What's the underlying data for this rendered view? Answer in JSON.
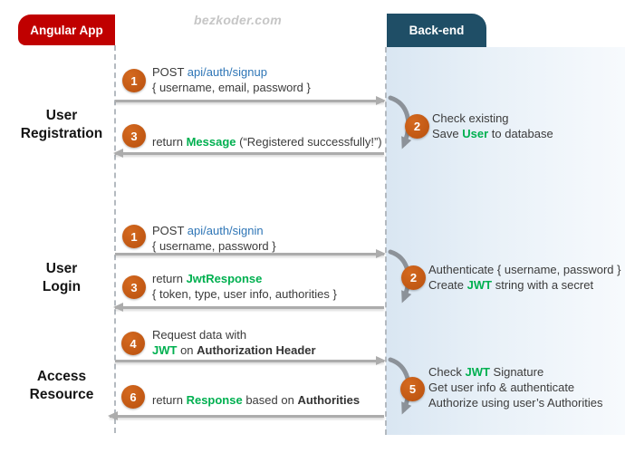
{
  "watermark": "bezkoder.com",
  "actors": {
    "left": "Angular App",
    "right": "Back-end"
  },
  "colors": {
    "actor_left_bg": "#c00000",
    "actor_right_bg": "#1f4e66",
    "step_circle": "#c55a11",
    "keyword_green": "#00b050",
    "endpoint_link_blue": "#2e75b6",
    "arrow_gray": "#acacac",
    "panel_gradient_start": "#d9e6f2",
    "panel_gradient_end": "#f7fafd"
  },
  "sections": [
    {
      "label1": "User",
      "label2": "Registration"
    },
    {
      "label1": "User",
      "label2": "Login"
    },
    {
      "label1": "Access",
      "label2": "Resource"
    }
  ],
  "flows": {
    "registration": {
      "request": {
        "num": "1",
        "line1": [
          {
            "t": "POST ",
            "s": "plain"
          },
          {
            "t": "api/auth/signup",
            "s": "link"
          }
        ],
        "line2": [
          {
            "t": "{ username, email, password }",
            "s": "plain"
          }
        ]
      },
      "backend": {
        "num": "2",
        "line1": [
          {
            "t": "Check existing",
            "s": "plain"
          }
        ],
        "line2": [
          {
            "t": "Save ",
            "s": "plain"
          },
          {
            "t": "User",
            "s": "green"
          },
          {
            "t": " to database",
            "s": "plain"
          }
        ]
      },
      "response": {
        "num": "3",
        "line1": [
          {
            "t": "return ",
            "s": "plain"
          },
          {
            "t": "Message",
            "s": "green"
          },
          {
            "t": " (“Registered successfully!”)",
            "s": "plain"
          }
        ]
      }
    },
    "login": {
      "request": {
        "num": "1",
        "line1": [
          {
            "t": "POST ",
            "s": "plain"
          },
          {
            "t": "api/auth/signin",
            "s": "link"
          }
        ],
        "line2": [
          {
            "t": "{ username, password }",
            "s": "plain"
          }
        ]
      },
      "backend": {
        "num": "2",
        "line1": [
          {
            "t": "Authenticate { username, password }",
            "s": "plain"
          }
        ],
        "line2": [
          {
            "t": "Create ",
            "s": "plain"
          },
          {
            "t": "JWT",
            "s": "green"
          },
          {
            "t": " string with a secret",
            "s": "plain"
          }
        ]
      },
      "response": {
        "num": "3",
        "line1": [
          {
            "t": "return ",
            "s": "plain"
          },
          {
            "t": "JwtResponse",
            "s": "green"
          }
        ],
        "line2": [
          {
            "t": "{ token, type, user info, authorities }",
            "s": "plain"
          }
        ]
      }
    },
    "access": {
      "request": {
        "num": "4",
        "line1": [
          {
            "t": "Request  data with",
            "s": "plain"
          }
        ],
        "line2": [
          {
            "t": "JWT",
            "s": "green"
          },
          {
            "t": " on ",
            "s": "plain"
          },
          {
            "t": "Authorization Header",
            "s": "bold"
          }
        ]
      },
      "backend": {
        "num": "5",
        "line1": [
          {
            "t": "Check ",
            "s": "plain"
          },
          {
            "t": "JWT",
            "s": "green"
          },
          {
            "t": " Signature",
            "s": "plain"
          }
        ],
        "line2": [
          {
            "t": "Get user info & authenticate",
            "s": "plain"
          }
        ],
        "line3": [
          {
            "t": "Authorize using user’s Authorities",
            "s": "plain"
          }
        ]
      },
      "response": {
        "num": "6",
        "line1": [
          {
            "t": "return ",
            "s": "plain"
          },
          {
            "t": "Response",
            "s": "green"
          },
          {
            "t": " based on ",
            "s": "plain"
          },
          {
            "t": "Authorities",
            "s": "bold"
          }
        ]
      }
    }
  }
}
